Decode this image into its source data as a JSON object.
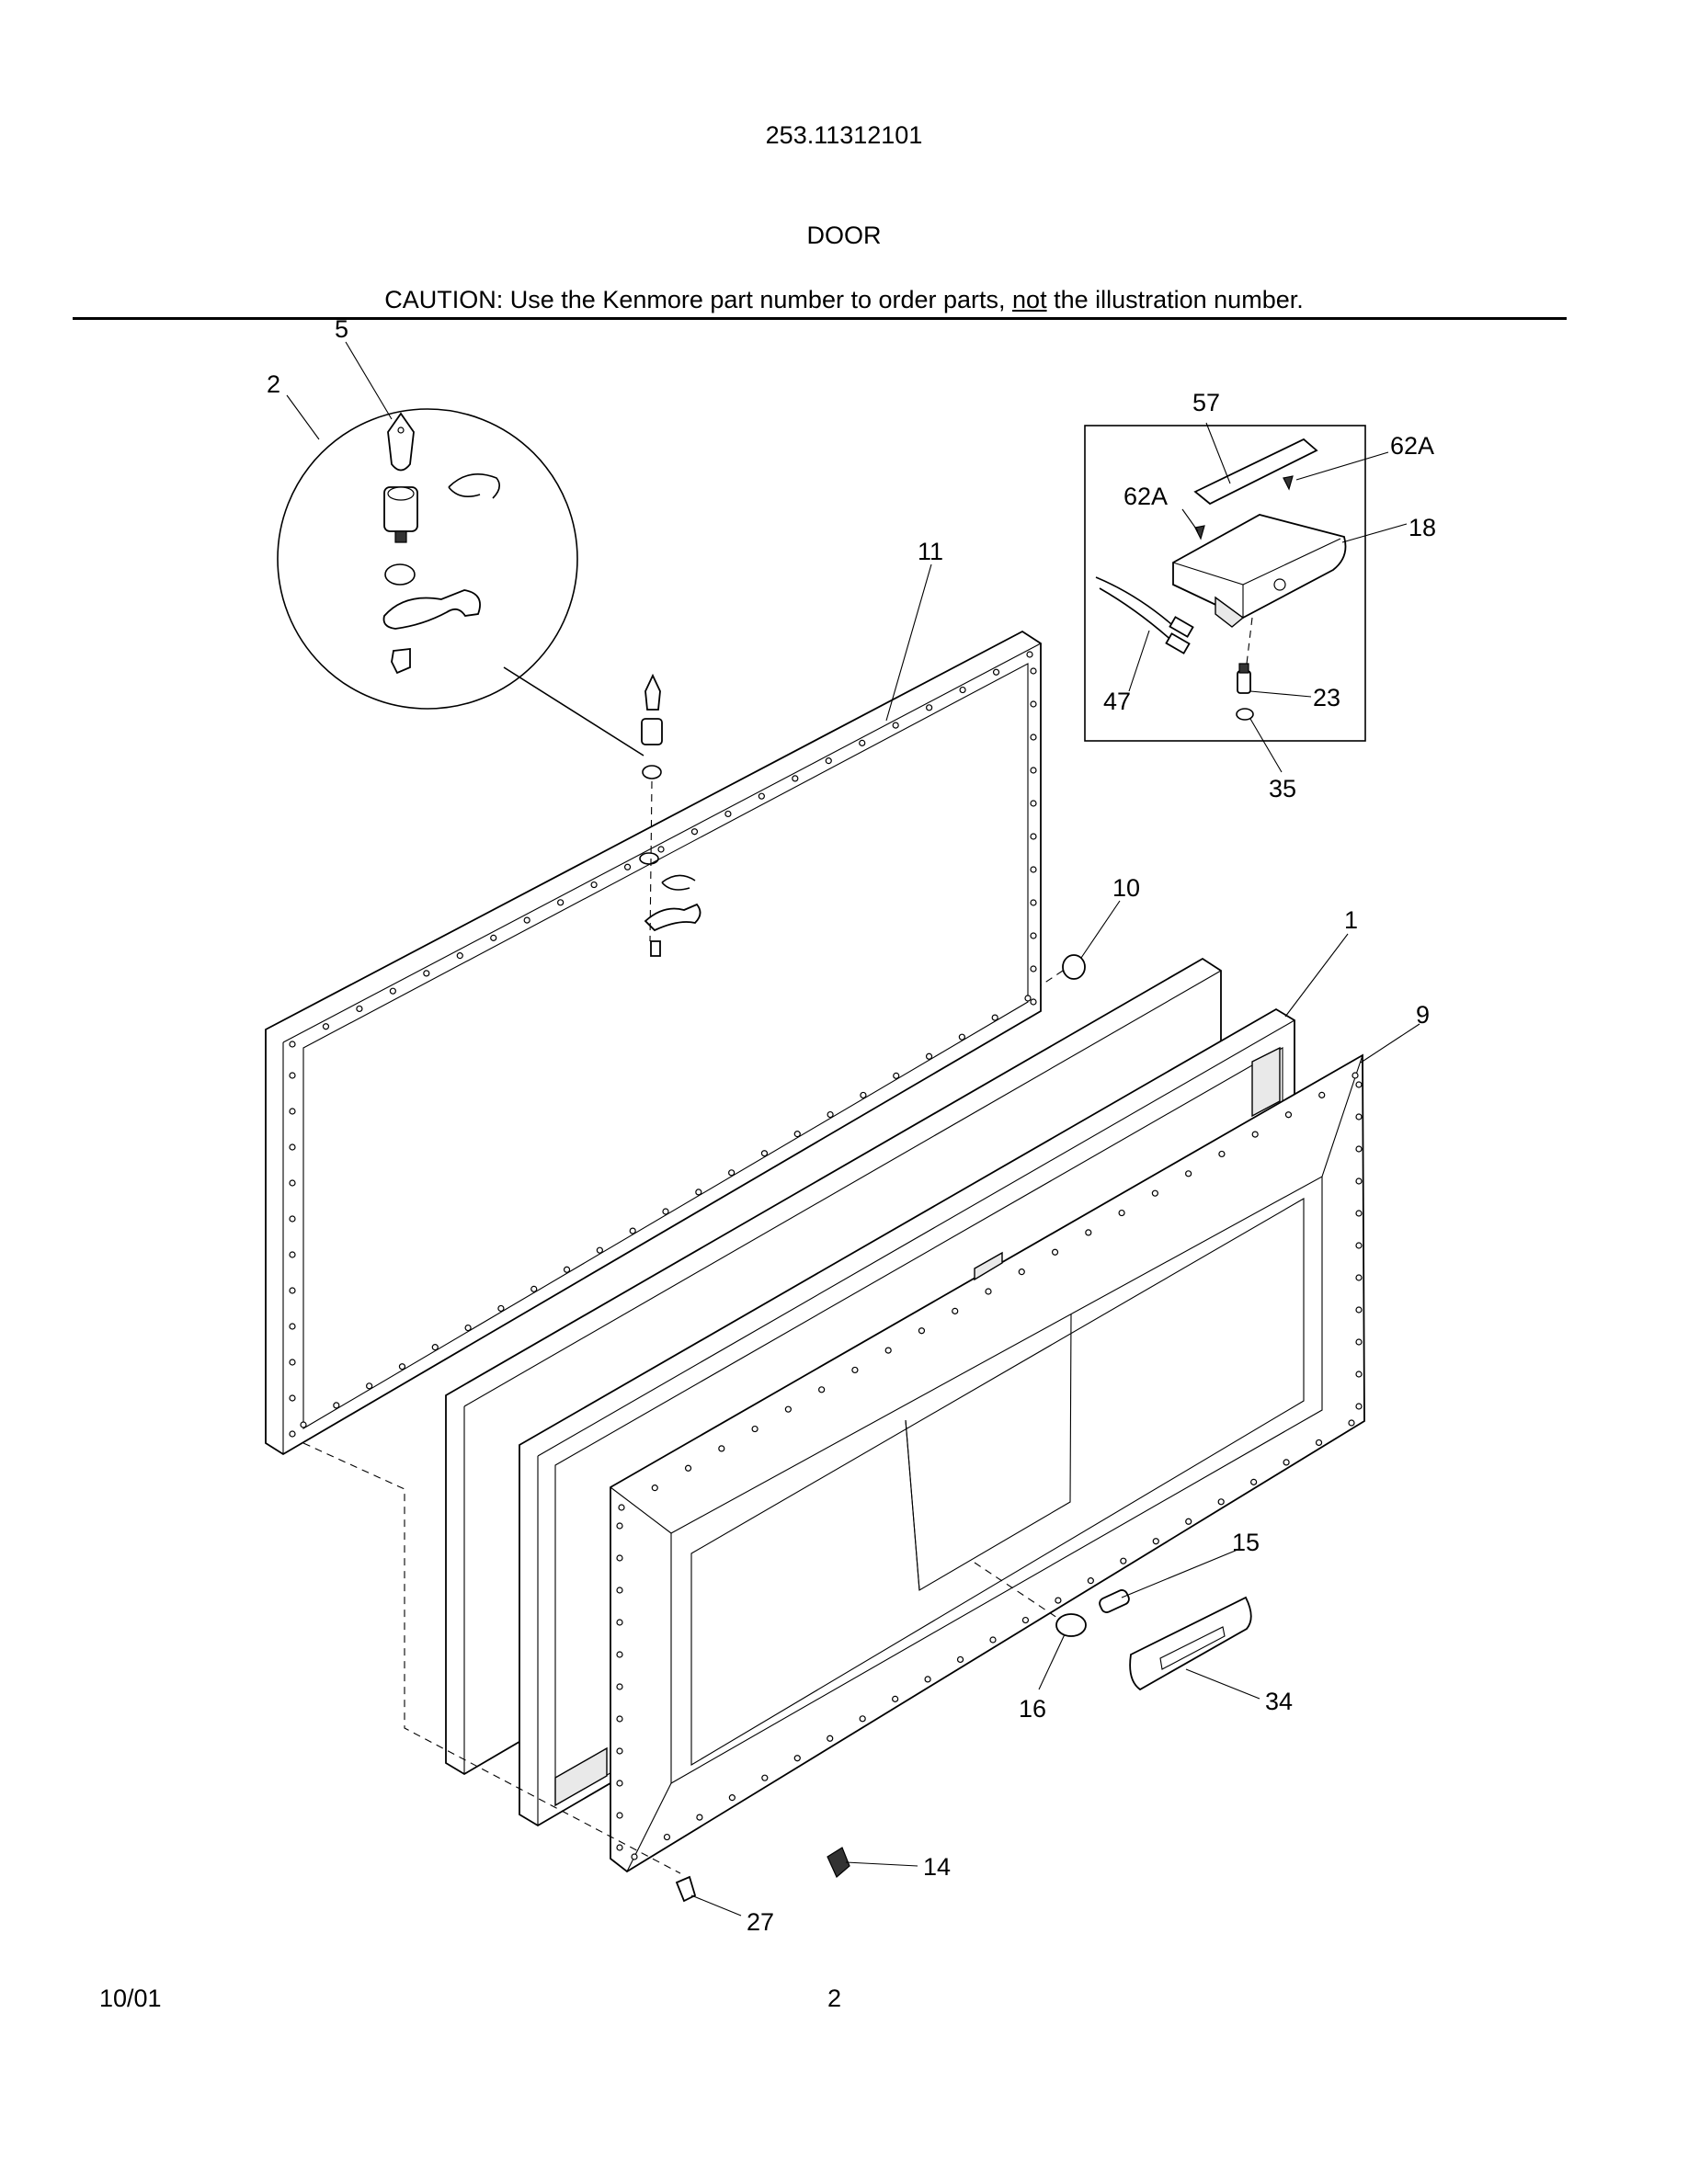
{
  "header": {
    "model_number": "253.11312101",
    "section_title": "DOOR",
    "caution_prefix": "CAUTION: Use the Kenmore part number to order parts, ",
    "caution_emphasis": "not",
    "caution_suffix": " the illustration number."
  },
  "callouts": {
    "c5": "5",
    "c2": "2",
    "c11": "11",
    "c57": "57",
    "c62a_right": "62A",
    "c62a_left": "62A",
    "c18": "18",
    "c47": "47",
    "c23": "23",
    "c35": "35",
    "c10": "10",
    "c1": "1",
    "c9": "9",
    "c15": "15",
    "c16": "16",
    "c34": "34",
    "c14": "14",
    "c27": "27"
  },
  "footer": {
    "date": "10/01",
    "page_number": "2"
  }
}
